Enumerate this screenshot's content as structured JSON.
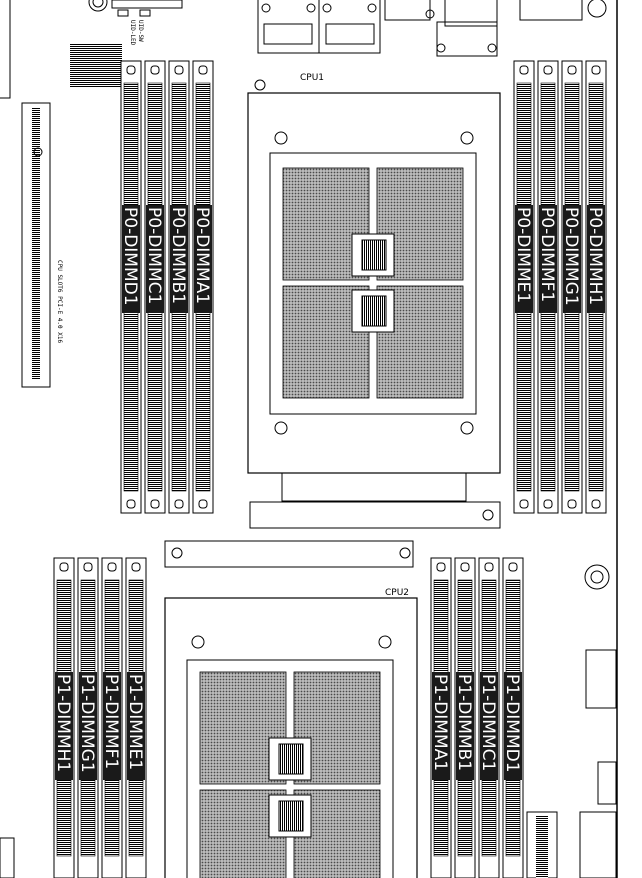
{
  "cpu1": {
    "label": "CPU1"
  },
  "cpu2": {
    "label": "CPU2"
  },
  "slot": {
    "label": "CPU SLOT6 PCI-E 4.0 X16"
  },
  "uid": {
    "label_sw": "UID-SW",
    "label_led": "UID-LED"
  },
  "dimms": {
    "p0_left": [
      "P0-DIMMD1",
      "P0-DIMMC1",
      "P0-DIMMB1",
      "P0-DIMMA1"
    ],
    "p0_right": [
      "P0-DIMME1",
      "P0-DIMMF1",
      "P0-DIMMG1",
      "P0-DIMMH1"
    ],
    "p1_left": [
      "P1-DIMMH1",
      "P1-DIMMG1",
      "P1-DIMMF1",
      "P1-DIMME1"
    ],
    "p1_right": [
      "P1-DIMMA1",
      "P1-DIMMB1",
      "P1-DIMMC1",
      "P1-DIMMD1"
    ]
  },
  "colors": {
    "line": "#000000",
    "socket_fill": "#8c8c8c",
    "label_bg": "#1a1a1a"
  }
}
